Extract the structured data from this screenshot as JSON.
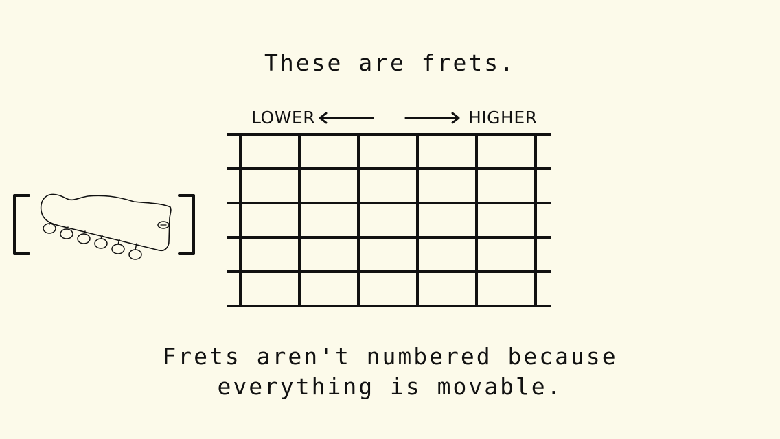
{
  "screen": {
    "title": "These are frets.",
    "direction": {
      "lower_label": "LOWER",
      "higher_label": "HIGHER"
    },
    "caption_lines": [
      "Frets aren't numbered because",
      "everything is movable."
    ]
  },
  "fretboard": {
    "strings": 6,
    "frets": 5,
    "line_color": "#111111",
    "background_color": "#fcfaea"
  },
  "icons": {
    "headstock": "guitar-headstock-icon",
    "arrow_left": "arrow-left-icon",
    "arrow_right": "arrow-right-icon"
  }
}
